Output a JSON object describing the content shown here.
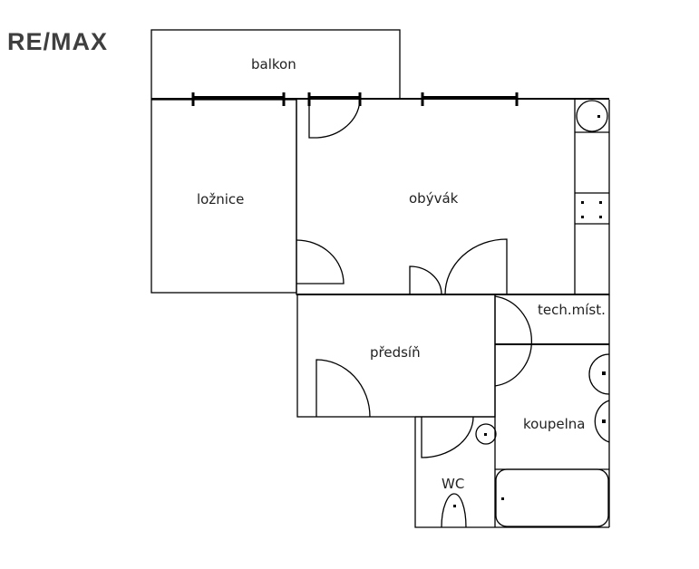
{
  "logo": "RE/MAX",
  "rooms": {
    "balcony": "balkon",
    "bedroom": "ložnice",
    "living_room": "obývák",
    "hallway": "předsíň",
    "technical_room": "tech.míst.",
    "bathroom": "koupelna",
    "wc": "WC"
  },
  "colors": {
    "wall": "#000000",
    "logo": "#3f3f3f"
  }
}
